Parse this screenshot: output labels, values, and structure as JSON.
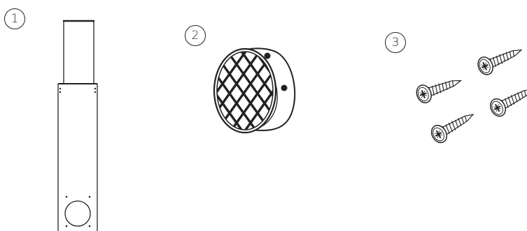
{
  "parts": [
    {
      "number": "1",
      "icon": "pipe-sleeve-icon"
    },
    {
      "number": "2",
      "icon": "vent-grille-icon"
    },
    {
      "number": "3",
      "icon": "screws-icon"
    }
  ],
  "colors": {
    "line": "#222222",
    "fill": "#ffffff"
  }
}
